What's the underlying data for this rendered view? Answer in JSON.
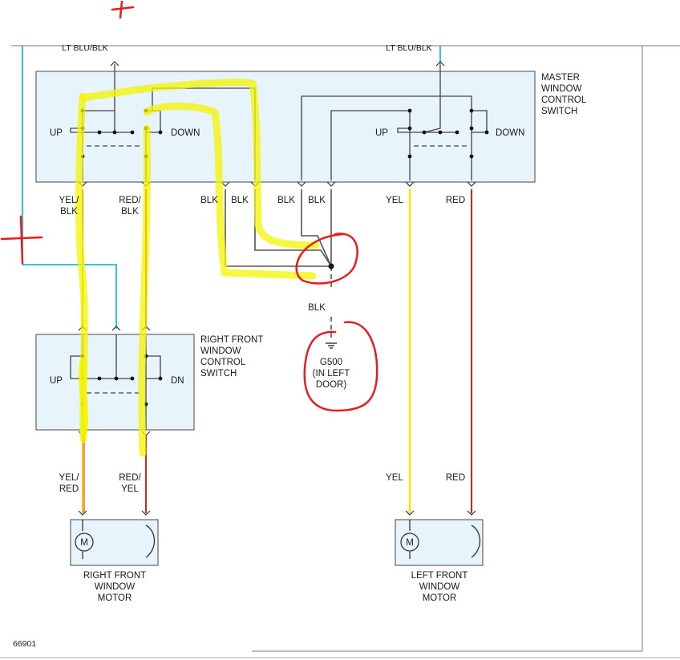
{
  "top_wires": {
    "left": "LT BLU/BLK",
    "right": "LT BLU/BLK"
  },
  "master_switch": {
    "title": [
      "MASTER",
      "WINDOW",
      "CONTROL",
      "SWITCH"
    ],
    "left_up": "UP",
    "left_down": "DOWN",
    "right_up": "UP",
    "right_down": "DOWN"
  },
  "wires_below_master": {
    "yel_blk": [
      "YEL/",
      "BLK"
    ],
    "red_blk": [
      "RED/",
      "BLK"
    ],
    "blk_1": "BLK",
    "blk_2": "BLK",
    "blk_3": "BLK",
    "blk_4": "BLK",
    "yel": "YEL",
    "red": "RED"
  },
  "ground": {
    "wire": "BLK",
    "name": "G500",
    "location": [
      "(IN LEFT",
      "DOOR)"
    ]
  },
  "right_front_switch": {
    "title": [
      "RIGHT FRONT",
      "WINDOW",
      "CONTROL",
      "SWITCH"
    ],
    "up": "UP",
    "dn": "DN"
  },
  "wires_above_motors": {
    "yel_red": [
      "YEL/",
      "RED"
    ],
    "red_yel": [
      "RED/",
      "YEL"
    ],
    "yel": "YEL",
    "red": "RED"
  },
  "motors": {
    "motor_symbol": "M",
    "right": [
      "RIGHT FRONT",
      "WINDOW",
      "MOTOR"
    ],
    "left": [
      "LEFT FRONT",
      "WINDOW",
      "MOTOR"
    ]
  },
  "figure_number": "66901",
  "colors": {
    "switch_fill": "#e8f4fb",
    "lt_blu_wire": "#36c3d8",
    "yel_wire": "#f2e600",
    "red_wire": "#e0201b",
    "highlighter": "#f4f400",
    "annotation_red": "#e81c1c",
    "blk_wire": "#555555"
  }
}
